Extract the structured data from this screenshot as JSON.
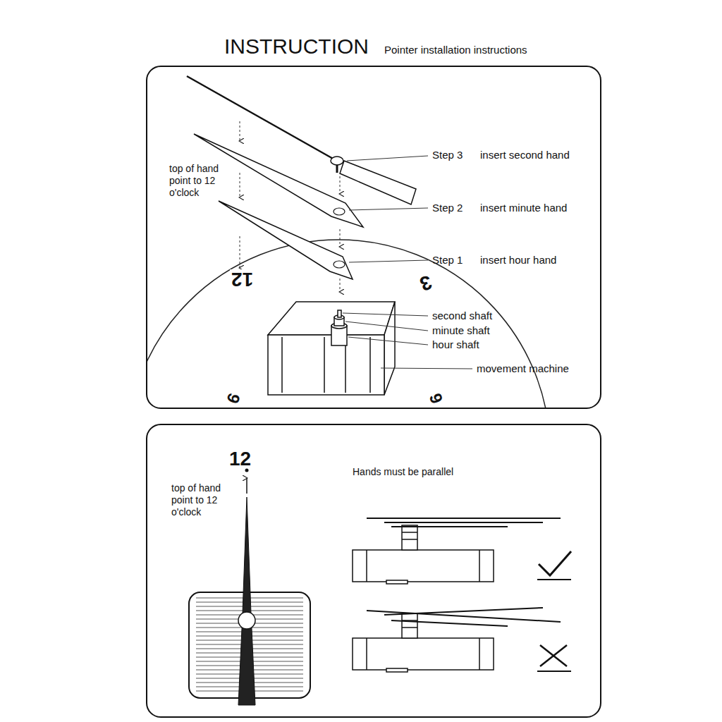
{
  "diagram": {
    "title": "INSTRUCTION",
    "labels": [
      "Pointer installation instructions",
      "top of hand point to 12 o'clock",
      "Step 3",
      "insert second hand",
      "Step 2",
      "insert minute hand",
      "Step 1",
      "insert hour hand",
      "12",
      "3",
      "9",
      "6",
      "second shaft",
      "minute shaft",
      "hour shaft",
      "movement machine",
      "12",
      "top of hand point to 12 o'clock",
      "Hands must be parallel"
    ]
  }
}
